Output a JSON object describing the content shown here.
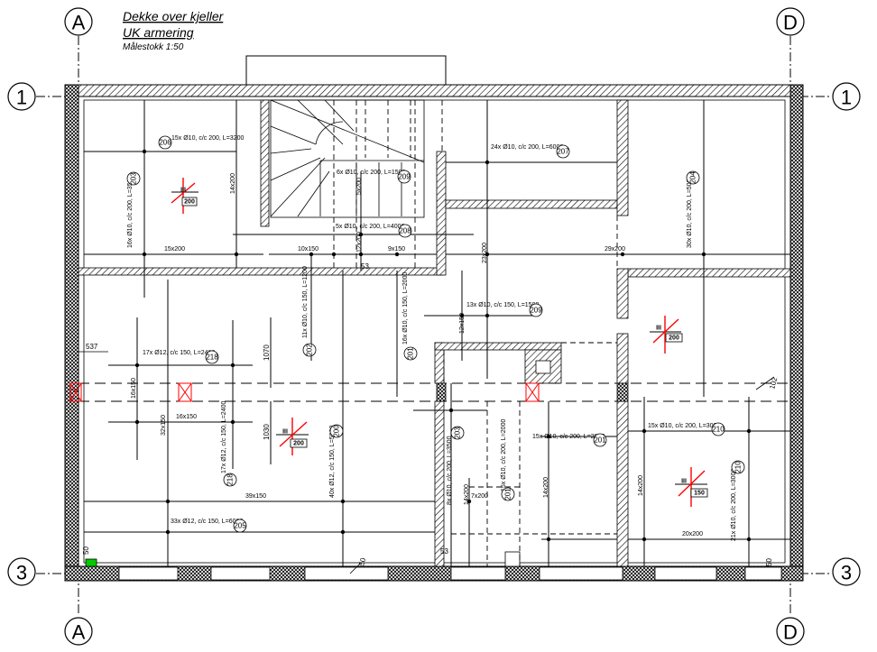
{
  "title": {
    "line1": "Dekke over kjeller",
    "line2": "UK armering",
    "scale": "Målestokk 1:50"
  },
  "grid": {
    "col_left": "A",
    "col_right": "D",
    "row_top": "1",
    "row_bottom": "3"
  },
  "rebar": {
    "r206": "15x Ø10, c/c 200, L=3200",
    "r207": "24x Ø10, c/c 200, L=6000",
    "r209a": "6x Ø10, c/c 200, L=1500",
    "r208": "5x Ø10, c/c 200, L=4000",
    "r203": "16x Ø10, c/c 200, L=3500",
    "r204": "30x Ø10, c/c 200, L=5000",
    "r202": "11x Ø10, c/c 150, L=1200",
    "r201a": "16x Ø10, c/c 150, L=2000",
    "r209b": "13x Ø10, c/c 150, L=1500",
    "r218a": "17x Ø12, c/c 150, L=2400",
    "r218b": "17x Ø12, c/c 150, L=2400",
    "r200": "40x Ø12, c/c 150, L=5000",
    "r203b": "8x Ø10, c/c 200, L=3500",
    "r201b": "15x Ø10, c/c 200, L=2000",
    "r201c": "15x Ø10, c/c 200, L=2000",
    "r210a": "15x Ø10, c/c 200, L=3000",
    "r210b": "21x Ø10, c/c 200, L=3000",
    "r205": "33x Ø12, c/c 150, L=6000"
  },
  "bubbles": {
    "b206": "206",
    "b207": "207",
    "b209a": "209",
    "b208": "208",
    "b203": "203",
    "b204": "204",
    "b202": "202",
    "b201a": "201",
    "b209b": "209",
    "b218a": "218",
    "b218b": "218",
    "b200": "200",
    "b203b": "203",
    "b201b": "201",
    "b201c": "201",
    "b210a": "210",
    "b210b": "210",
    "b205": "205"
  },
  "spans": {
    "s15x200": "15x200",
    "s10x150": "10x150",
    "s9x150": "9x150",
    "s29x200": "29x200",
    "s14x200a": "14x200",
    "s5x200": "5x200",
    "s12x200": "12x200",
    "s23x200": "23x200",
    "s12x150": "12x150",
    "s16x150a": "16x150",
    "s16x150b": "16x150",
    "s32x150": "32x150",
    "s39x150": "39x150",
    "s14x200b": "14x200",
    "s7x200": "7x200",
    "s14x200c": "14x200",
    "s14x200d": "14x200",
    "s20x200": "20x200"
  },
  "dims": {
    "d537": "537",
    "d1070": "1070",
    "d1030": "1030",
    "d102": "102",
    "d50a": "50",
    "d53a": "53",
    "d53b": "53",
    "d50b": "50",
    "d50c": "50"
  },
  "symbols": {
    "sym1_mark": "III",
    "sym1_val": "200",
    "sym2_mark": "III",
    "sym2_val": "200",
    "sym3_mark": "III",
    "sym3_val": "200",
    "sym4_mark": "III",
    "sym4_val": "150"
  },
  "colors": {
    "line": "#000000",
    "hatch": "#000000",
    "accent_red": "#ff0000",
    "marker_green": "#00cc00"
  }
}
